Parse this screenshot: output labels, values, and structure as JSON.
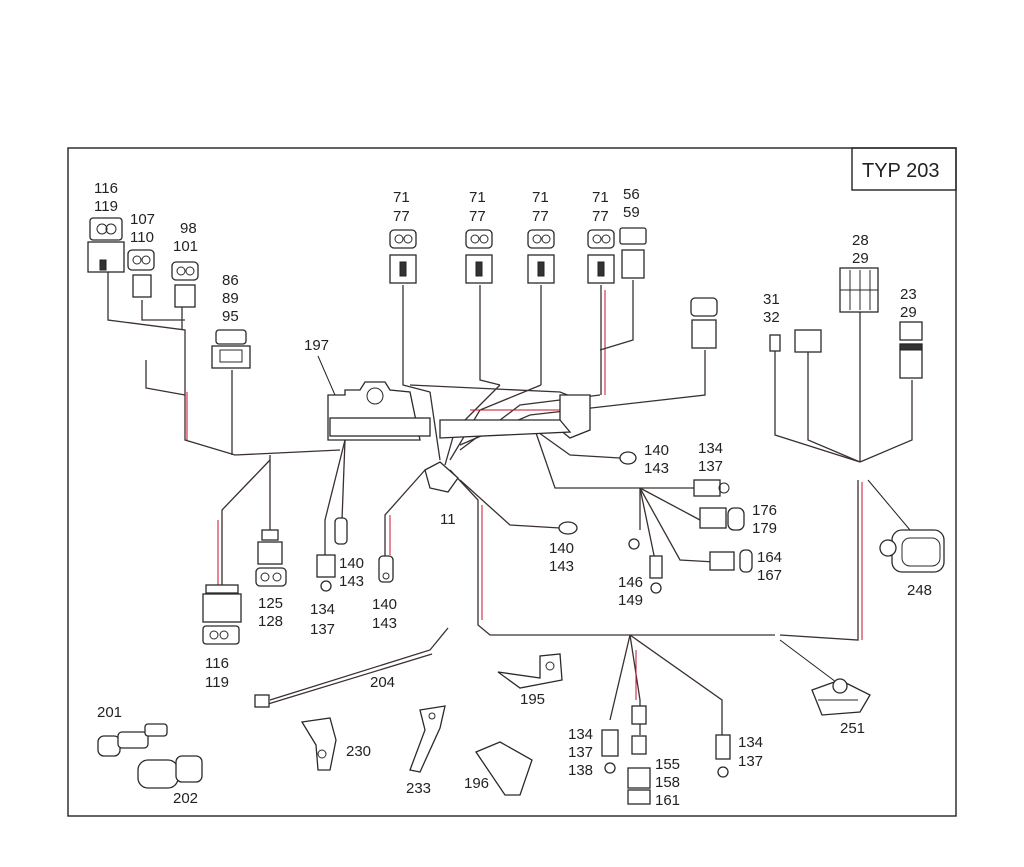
{
  "badge": {
    "label": "TYP 203"
  },
  "labels": {
    "c116_119_top": [
      "116",
      "119"
    ],
    "c107_110": [
      "107",
      "110"
    ],
    "c98_101": [
      "98",
      "101"
    ],
    "c86_89_95": [
      "86",
      "89",
      "95"
    ],
    "c197": "197",
    "inj1": [
      "71",
      "77"
    ],
    "inj2": [
      "71",
      "77"
    ],
    "inj3": [
      "71",
      "77"
    ],
    "inj4": [
      "71",
      "77"
    ],
    "c56_59": [
      "56",
      "59"
    ],
    "c28_29": [
      "28",
      "29"
    ],
    "c31_32": [
      "31",
      "32"
    ],
    "c23_29": [
      "23",
      "29"
    ],
    "c140_143_a": [
      "140",
      "143"
    ],
    "c134_137_a": [
      "134",
      "137"
    ],
    "c176_179": [
      "176",
      "179"
    ],
    "c164_167": [
      "164",
      "167"
    ],
    "c146_149": [
      "146",
      "149"
    ],
    "c11": "11",
    "c140_143_b": [
      "140",
      "143"
    ],
    "c140_143_c": [
      "140",
      "143"
    ],
    "c134_137_b": [
      "134",
      "137"
    ],
    "c140_143_d": [
      "140",
      "143"
    ],
    "c125_128": [
      "125",
      "128"
    ],
    "c116_119_bottom": [
      "116",
      "119"
    ],
    "c248": "248",
    "c204": "204",
    "c195": "195",
    "c201": "201",
    "c202": "202",
    "c230": "230",
    "c233": "233",
    "c196": "196",
    "c134_137_138": [
      "134",
      "137",
      "138"
    ],
    "c155_158_161": [
      "155",
      "158",
      "161"
    ],
    "c134_137_c": [
      "134",
      "137"
    ],
    "c251": "251"
  },
  "colors": {
    "wire": "#3a3030",
    "highlight": "#c8102e",
    "ink": "#222222"
  }
}
